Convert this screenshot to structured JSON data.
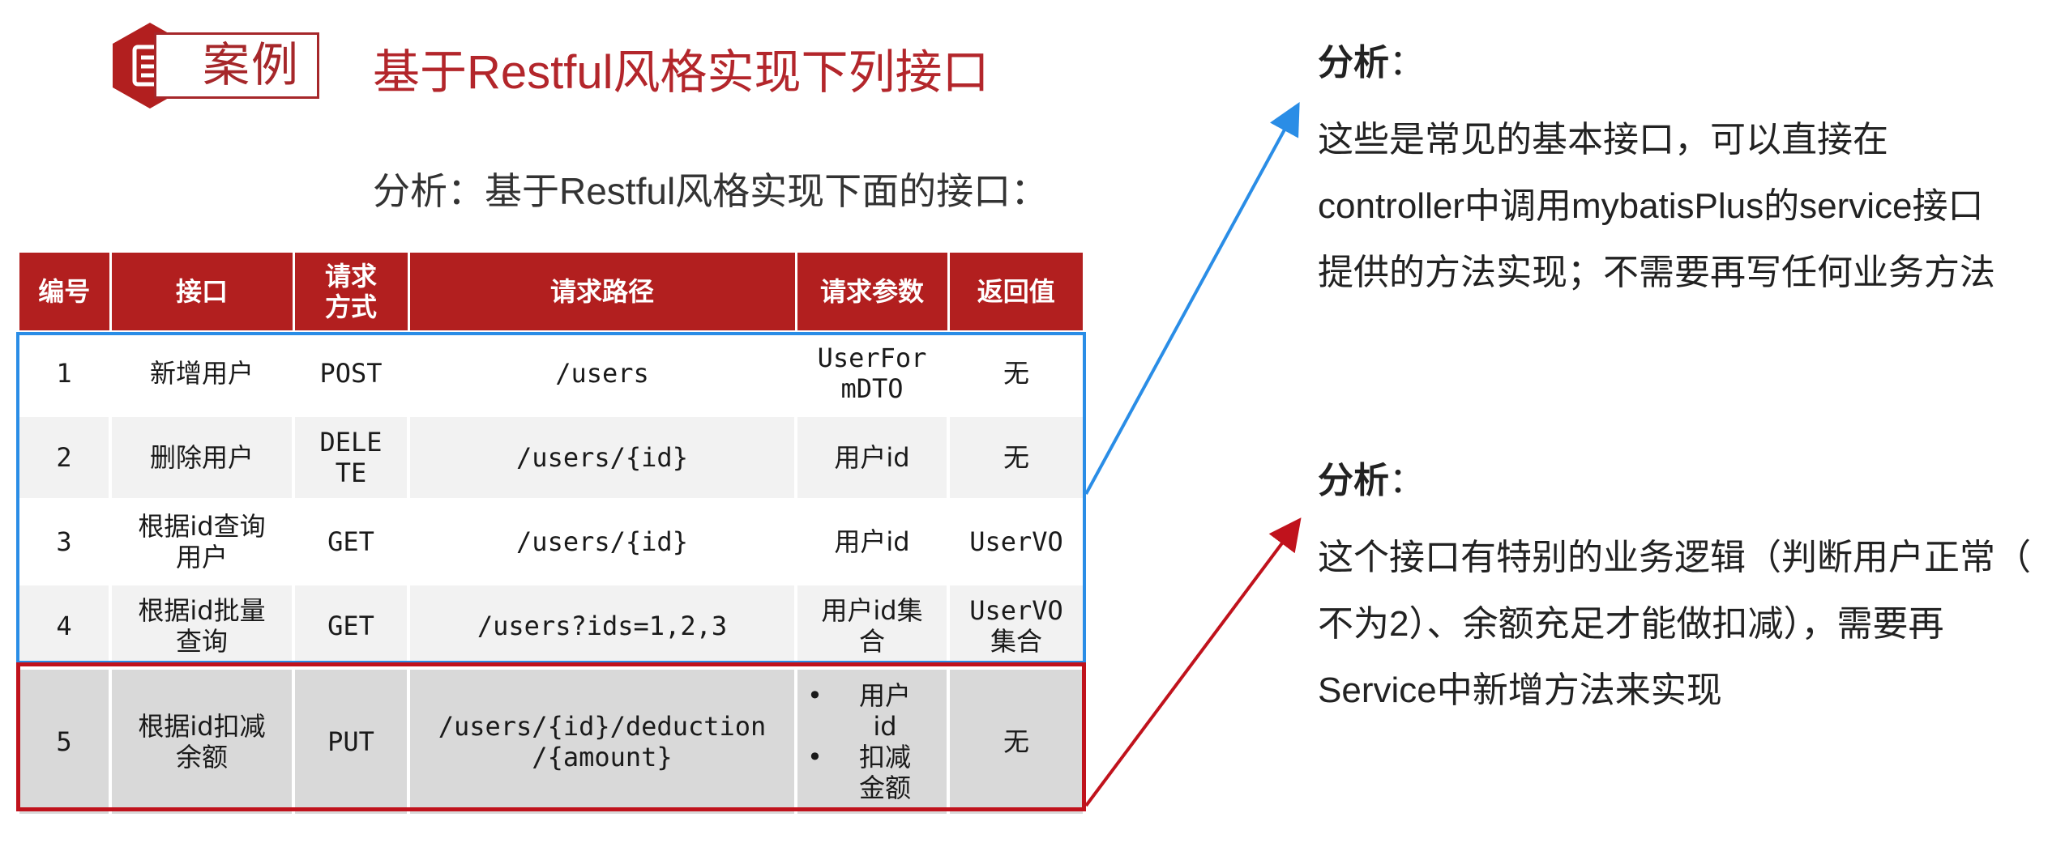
{
  "header": {
    "badge_label": "案例",
    "badge_icon": "document-icon",
    "title": "基于Restful风格实现下列接口",
    "subtitle": "分析：基于Restful风格实现下面的接口："
  },
  "table": {
    "headers": [
      "编号",
      "接口",
      "请求\n方式",
      "请求路径",
      "请求参数",
      "返回值"
    ],
    "rows": [
      [
        "1",
        "新增用户",
        "POST",
        "/users",
        "UserFor\nmDTO",
        "无"
      ],
      [
        "2",
        "删除用户",
        "DELE\nTE",
        "/users/{id}",
        "用户id",
        "无"
      ],
      [
        "3",
        "根据id查询\n用户",
        "GET",
        "/users/{id}",
        "用户id",
        "UserVO"
      ],
      [
        "4",
        "根据id批量\n查询",
        "GET",
        "/users?ids=1,2,3",
        "用户id集\n合",
        "UserVO\n集合"
      ],
      [
        "5",
        "根据id扣减\n余额",
        "PUT",
        "/users/{id}/deduction\n/{amount}",
        [
          "用户\nid",
          "扣减\n金额"
        ],
        "无"
      ]
    ]
  },
  "colors": {
    "brand_red": "#b21f1f",
    "highlight_blue": "#2a8de6",
    "highlight_red": "#c0121c"
  },
  "analysis": [
    {
      "heading": "分析",
      "colon": "：",
      "lines": [
        "这些是常见的基本接口，可以直接在",
        "controller中调用mybatisPlus的service接口",
        "提供的方法实现；不需要再写任何业务方法"
      ]
    },
    {
      "heading": "分析",
      "colon": "：",
      "lines": [
        "这个接口有特别的业务逻辑（判断用户正常（",
        "不为2）、余额充足才能做扣减），需要再",
        "Service中新增方法来实现"
      ]
    }
  ]
}
